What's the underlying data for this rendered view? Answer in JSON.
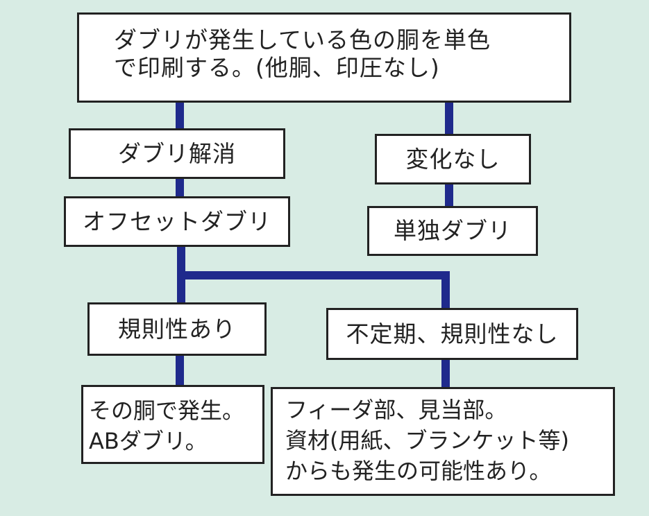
{
  "nodes": {
    "root": [
      "ダブリが発生している色の胴を単色",
      "で印刷する。(他胴、印圧なし)"
    ],
    "resolved": "ダブリ解消",
    "offset": "オフセットダブリ",
    "no_change": "変化なし",
    "single": "単独ダブリ",
    "regular": "規則性あり",
    "irregular": "不定期、規則性なし",
    "ab": [
      "その胴で発生。",
      "ABダブリ。"
    ],
    "other": [
      "フィーダ部、見当部。",
      "資材(用紙、ブランケット等)",
      "からも発生の可能性あり。"
    ]
  },
  "colors": {
    "background": "#d8ece4",
    "connector": "#1f2a8c",
    "box_fill": "#ffffff",
    "box_border": "#222222"
  }
}
